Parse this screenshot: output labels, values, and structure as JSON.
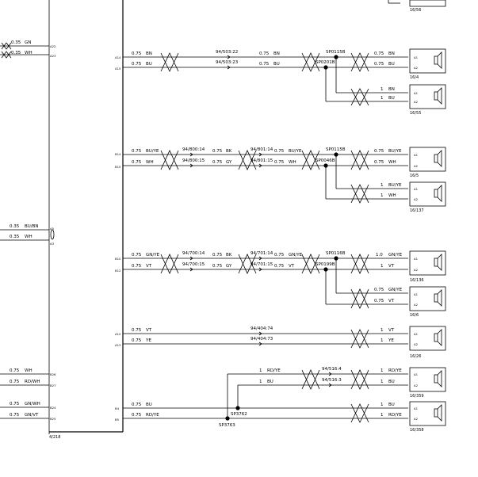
{
  "left_module": {
    "ref": "4/218",
    "wires": [
      {
        "size": "0.35",
        "color": "GN",
        "pin": "A22"
      },
      {
        "size": "0.35",
        "color": "WH",
        "pin": "A23"
      },
      {
        "size": "0.35",
        "color": "BU/BN",
        "pin": "A5"
      },
      {
        "size": "0.35",
        "color": "WH",
        "pin": "A3"
      },
      {
        "size": "0.75",
        "color": "WH",
        "pin": "B26"
      },
      {
        "size": "0.75",
        "color": "RD/WH",
        "pin": "B27"
      },
      {
        "size": "0.75",
        "color": "GN/WH",
        "pin": "B24"
      },
      {
        "size": "0.75",
        "color": "GN/VT",
        "pin": "B25"
      }
    ]
  },
  "circuits": [
    {
      "pins": [
        "A14",
        "A15"
      ],
      "out": [
        {
          "size": "0.75",
          "color": "BN"
        },
        {
          "size": "0.75",
          "color": "BU"
        }
      ],
      "mid": [
        {
          "code": "94/503:22",
          "size": "0.75",
          "color": "BN"
        },
        {
          "code": "94/503:23",
          "size": "0.75",
          "color": "BU"
        }
      ],
      "splices": [
        "SP0115B",
        "SP0201B"
      ],
      "speakers": [
        {
          "ref": "16/4",
          "wires": [
            {
              "size": "0.75",
              "color": "BN"
            },
            {
              "size": "0.75",
              "color": "BU"
            }
          ]
        },
        {
          "ref": "16/55",
          "wires": [
            {
              "size": "1",
              "color": "BN"
            },
            {
              "size": "1",
              "color": "BU"
            }
          ]
        }
      ]
    },
    {
      "pins": [
        "B14",
        "B15"
      ],
      "out": [
        {
          "size": "0.75",
          "color": "BU/YE"
        },
        {
          "size": "0.75",
          "color": "WH"
        }
      ],
      "left_mid": [
        {
          "code": "94/800:14",
          "size": "0.75",
          "color": "BK"
        },
        {
          "code": "94/800:15",
          "size": "0.75",
          "color": "GY"
        }
      ],
      "mid": [
        {
          "code": "94/801:14",
          "size": "0.75",
          "color": "BU/YE"
        },
        {
          "code": "94/801:15",
          "size": "0.75",
          "color": "WH"
        }
      ],
      "splices": [
        "SP0115B",
        "SP0046B"
      ],
      "speakers": [
        {
          "ref": "16/5",
          "wires": [
            {
              "size": "0.75",
              "color": "BU/YE"
            },
            {
              "size": "0.75",
              "color": "WH"
            }
          ]
        },
        {
          "ref": "16/137",
          "wires": [
            {
              "size": "1",
              "color": "BU/YE"
            },
            {
              "size": "1",
              "color": "WH"
            }
          ]
        }
      ]
    },
    {
      "pins": [
        "B10",
        "B12"
      ],
      "out": [
        {
          "size": "0.75",
          "color": "GN/YE"
        },
        {
          "size": "0.75",
          "color": "VT"
        }
      ],
      "left_mid": [
        {
          "code": "94/700:14",
          "size": "0.75",
          "color": "BK"
        },
        {
          "code": "94/700:15",
          "size": "0.75",
          "color": "GY"
        }
      ],
      "mid": [
        {
          "code": "94/701:14",
          "size": "0.75",
          "color": "GN/YE"
        },
        {
          "code": "94/701:15",
          "size": "0.75",
          "color": "VT"
        }
      ],
      "splices": [
        "SP0116B",
        "SP0199B"
      ],
      "speakers": [
        {
          "ref": "16/136",
          "wires": [
            {
              "size": "1.0",
              "color": "GN/YE"
            },
            {
              "size": "1",
              "color": "VT"
            }
          ]
        },
        {
          "ref": "16/6",
          "wires": [
            {
              "size": "0.75",
              "color": "GN/YE"
            },
            {
              "size": "0.75",
              "color": "VT"
            }
          ]
        }
      ]
    },
    {
      "pins": [
        "A12",
        "A13"
      ],
      "out": [
        {
          "size": "0.75",
          "color": "VT"
        },
        {
          "size": "0.75",
          "color": "YE"
        }
      ],
      "mid": [
        {
          "code": "94/404:74"
        },
        {
          "code": "94/404:73"
        }
      ],
      "speakers": [
        {
          "ref": "16/26",
          "wires": [
            {
              "size": "1",
              "color": "VT"
            },
            {
              "size": "1",
              "color": "YE"
            }
          ]
        }
      ]
    },
    {
      "pins": [
        "B4",
        "B5"
      ],
      "out": [
        {
          "size": "0.75",
          "color": "BU"
        },
        {
          "size": "0.75",
          "color": "RD/YE"
        }
      ],
      "upper": [
        {
          "size": "1",
          "color": "RD/YE"
        },
        {
          "size": "1",
          "color": "BU"
        }
      ],
      "upper_mid": [
        {
          "code": "94/516:4"
        },
        {
          "code": "94/516:3"
        }
      ],
      "splices": [
        "SP3762",
        "SP3763"
      ],
      "speakers": [
        {
          "ref": "16/359",
          "wires": [
            {
              "size": "1",
              "color": "RD/YE"
            },
            {
              "size": "1",
              "color": "BU"
            }
          ]
        },
        {
          "ref": "16/358",
          "wires": [
            {
              "size": "1",
              "color": "BU"
            },
            {
              "size": "1",
              "color": "RD/YE"
            }
          ]
        }
      ]
    }
  ],
  "top_speaker_ref": "16/56",
  "speaker_pins": [
    "A1",
    "A2"
  ]
}
